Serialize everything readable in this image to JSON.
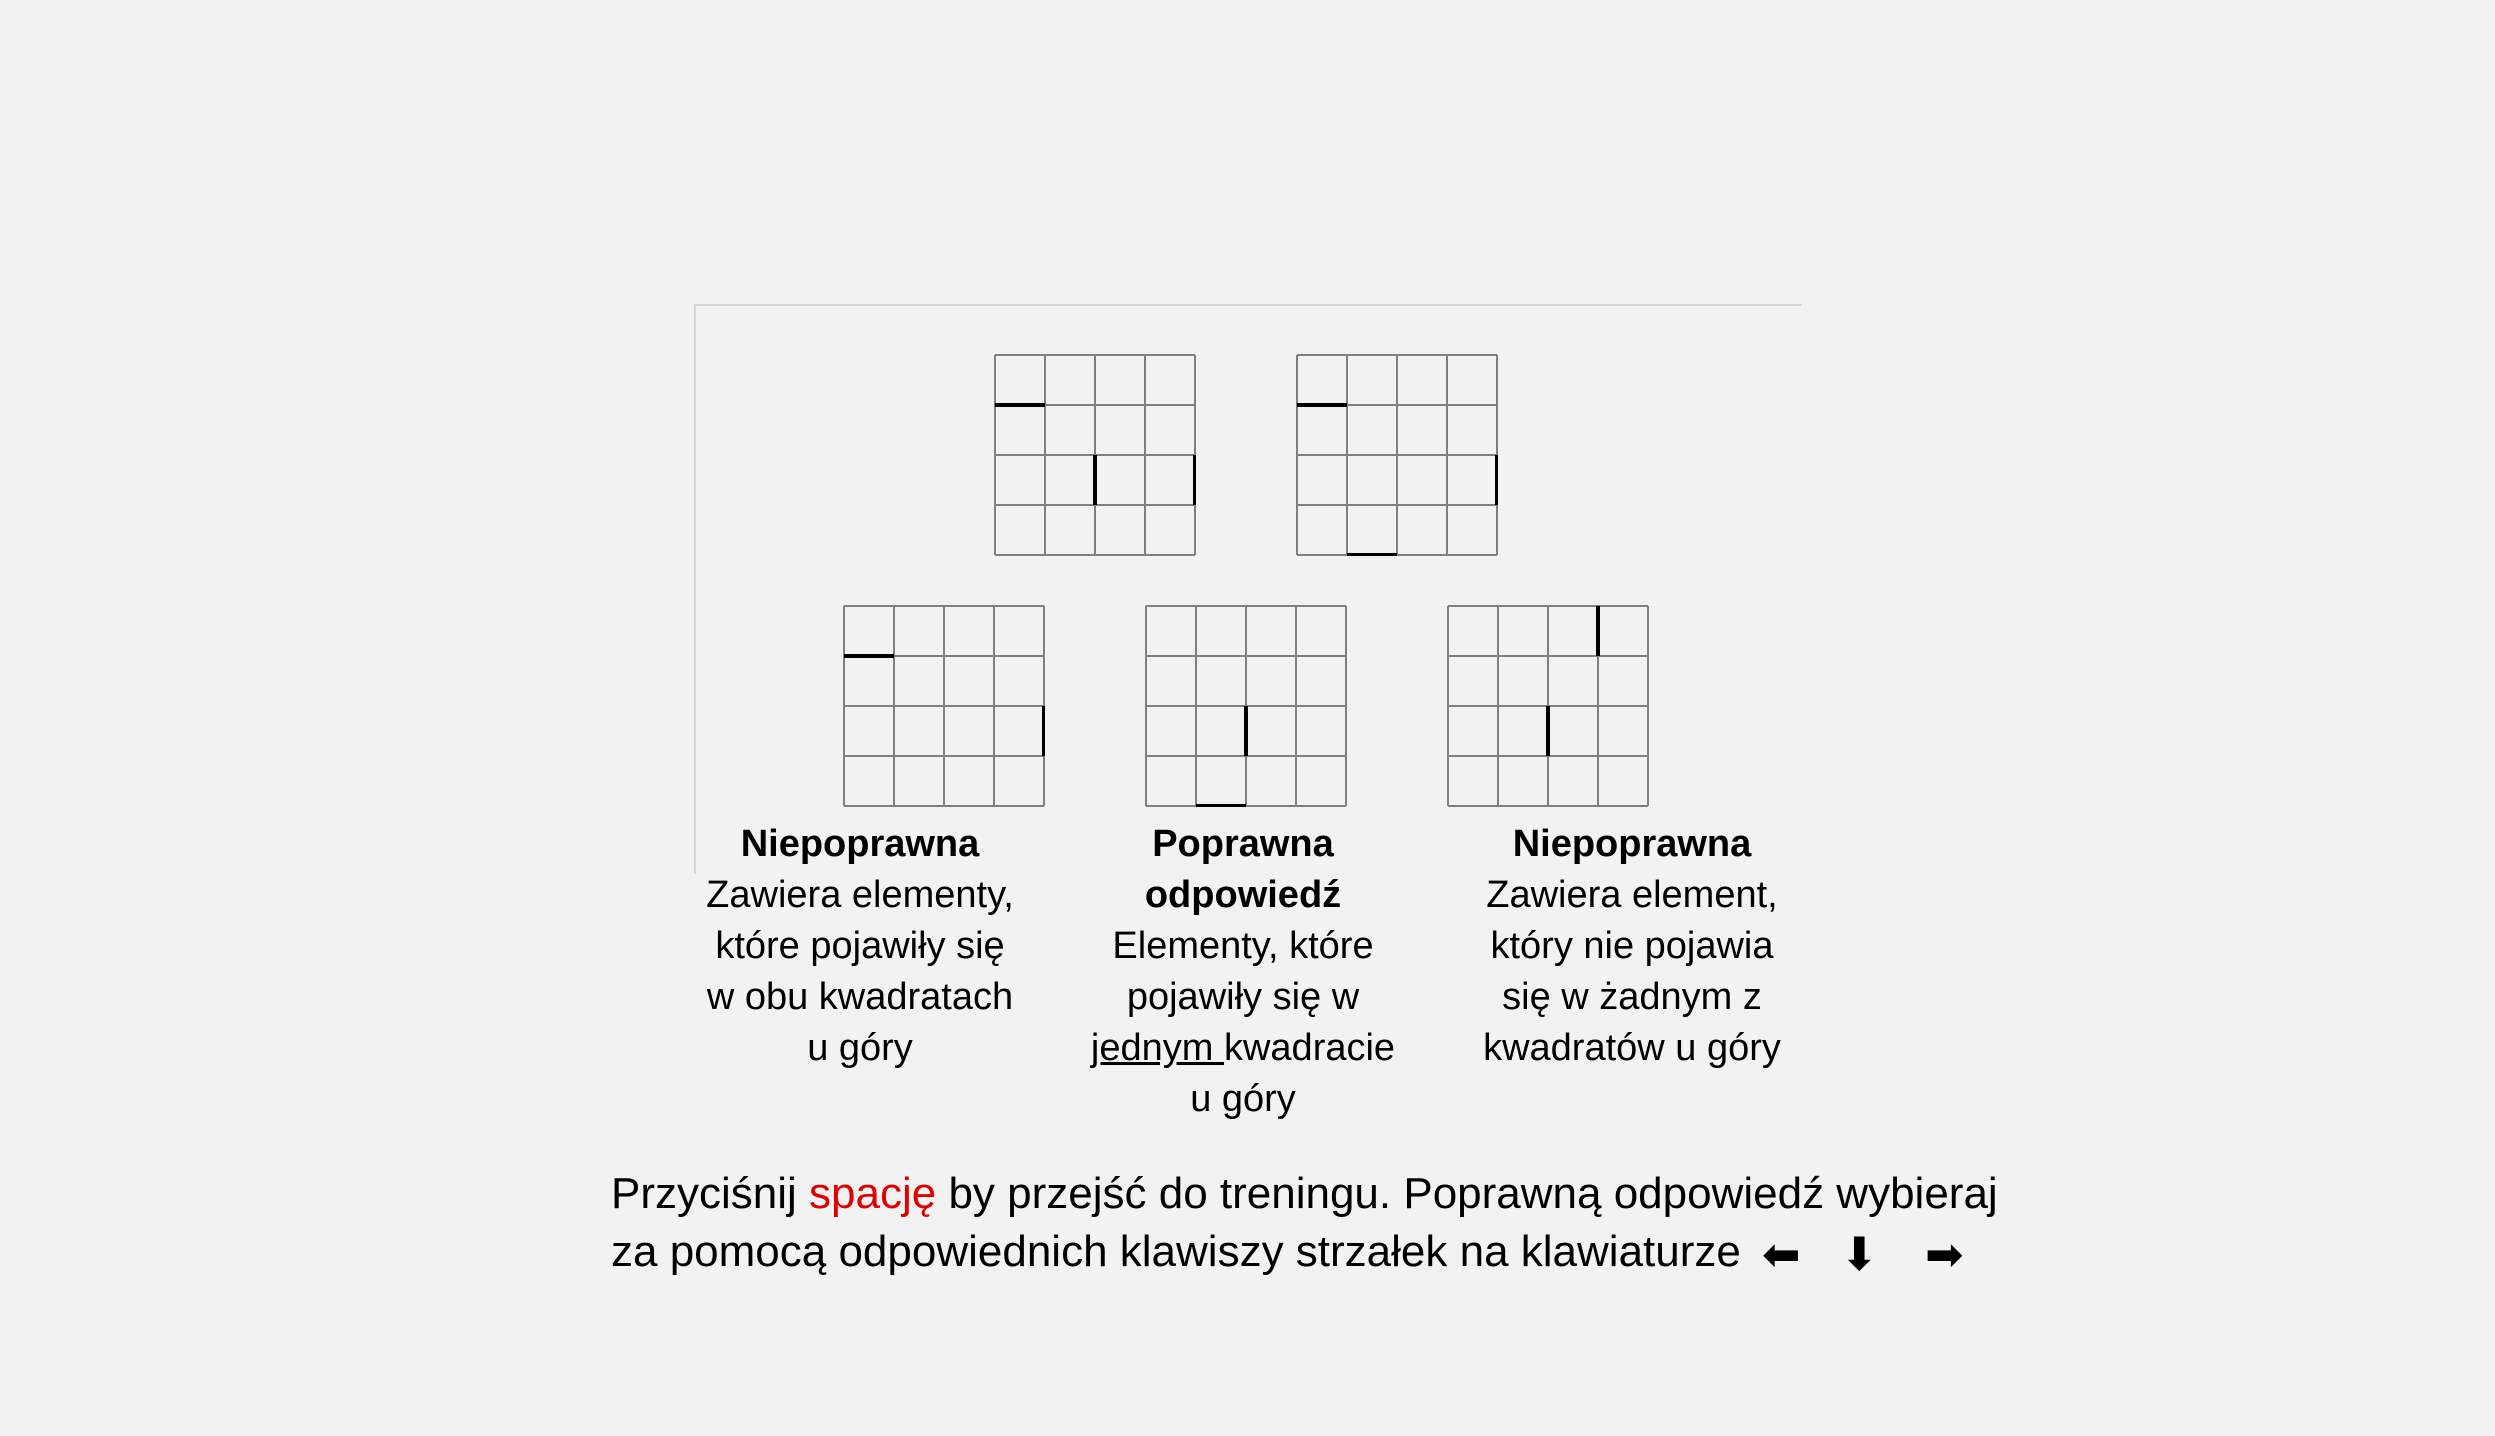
{
  "colors": {
    "background": "#f2f2f2",
    "grid_line": "#7f7f7f",
    "highlight_segment": "#000000",
    "accent": "#e00000"
  },
  "grids": [
    {
      "id": "top-left",
      "segments": [
        [
          "h",
          1,
          0
        ],
        [
          "v",
          2,
          2
        ],
        [
          "v",
          2,
          4
        ]
      ]
    },
    {
      "id": "top-right",
      "segments": [
        [
          "h",
          1,
          0
        ],
        [
          "v",
          2,
          4
        ],
        [
          "h",
          4,
          1
        ]
      ]
    },
    {
      "id": "option-left",
      "segments": [
        [
          "h",
          1,
          0
        ],
        [
          "v",
          2,
          4
        ]
      ]
    },
    {
      "id": "option-middle",
      "segments": [
        [
          "v",
          2,
          2
        ],
        [
          "h",
          4,
          1
        ]
      ]
    },
    {
      "id": "option-right",
      "segments": [
        [
          "v",
          0,
          3
        ],
        [
          "v",
          2,
          2
        ]
      ]
    }
  ],
  "options": [
    {
      "title": "Niepoprawna",
      "lines": [
        "Zawiera elementy,",
        "które pojawiły się",
        "w obu kwadratach",
        "u góry"
      ]
    },
    {
      "title_lines": [
        "Poprawna",
        "odpowiedź"
      ],
      "lines": [
        "Elementy, które",
        "pojawiły się w"
      ],
      "underlined": "jednym ",
      "after_underline": "kwadracie",
      "last_line": "u góry"
    },
    {
      "title": "Niepoprawna",
      "lines": [
        "Zawiera element,",
        "który nie pojawia",
        "się w żadnym z",
        "kwadratów u góry"
      ]
    }
  ],
  "instruction": {
    "part1": "Przyciśnij ",
    "accent_word": "spację",
    "part2": " by przejść do treningu. Poprawną odpowiedź wybieraj",
    "line2": "za pomocą odpowiednich klawiszy strzałek na klawiaturze"
  },
  "arrows": {
    "left": "⬅",
    "down": "⬇",
    "right": "➡"
  },
  "icons": {
    "left": "arrow-left-icon",
    "down": "arrow-down-icon",
    "right": "arrow-right-icon"
  }
}
